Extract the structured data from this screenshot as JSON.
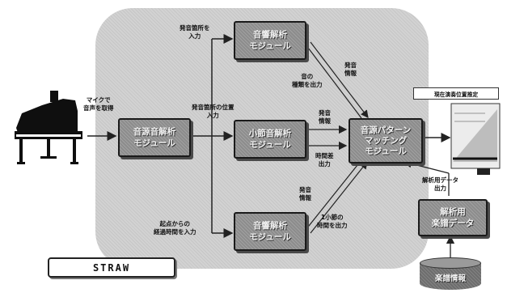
{
  "modules": {
    "pitch_top": {
      "line1": "音響解析",
      "line2": "モジュール"
    },
    "sound_source": {
      "line1": "音源音解析",
      "line2": "モジュール"
    },
    "measure": {
      "line1": "小節音解析",
      "line2": "モジュール"
    },
    "pitch_bottom": {
      "line1": "音響解析",
      "line2": "モジュール"
    },
    "matching": {
      "line1": "音源パターン",
      "line2": "マッチング",
      "line3": "モジュール"
    },
    "score_data": {
      "line1": "解析用",
      "line2": "楽譜データ"
    }
  },
  "labels": {
    "mic_input": {
      "line1": "マイクで",
      "line2": "音声を取得"
    },
    "top_input": {
      "line1": "発音箇所を",
      "line2": "入力"
    },
    "middle_input": {
      "line1": "発音箇所の位置",
      "line2": "入力"
    },
    "bottom_input": {
      "line1": "起点からの",
      "line2": "経過時間を入力"
    },
    "pitch_output": {
      "line1": "音の",
      "line2": "種類を出力"
    },
    "sound_info_top": {
      "line1": "発音",
      "line2": "情報"
    },
    "sound_info_mid": {
      "line1": "発音",
      "line2": "情報"
    },
    "time_diff": {
      "line1": "時間差",
      "line2": "出力"
    },
    "sound_info_low": {
      "line1": "発音",
      "line2": "情報"
    },
    "measure_time": {
      "line1": "1小節の",
      "line2": "時間を出力"
    },
    "score_out": {
      "line1": "解析用データ",
      "line2": "出力"
    },
    "current_position": "現在演奏位置推定",
    "straw": "STRAW",
    "score_info": "楽譜情報"
  }
}
